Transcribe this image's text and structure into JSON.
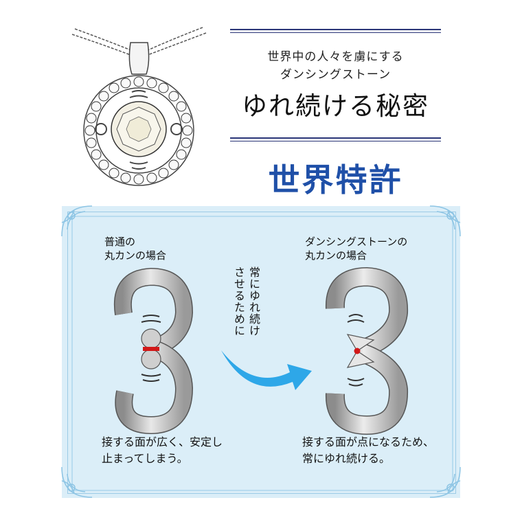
{
  "header": {
    "line1": "世界中の人々を虜にする",
    "line2": "ダンシングストーン",
    "title": "ゆれ続ける秘密",
    "patent": "世界特許"
  },
  "left": {
    "heading_line1": "普通の",
    "heading_line2": "丸カンの場合",
    "caption_line1": "接する面が広く、安定し",
    "caption_line2": "止まってしまう。"
  },
  "middle": {
    "vertical_line1": "常にゆれ続け",
    "vertical_line2": "させるために"
  },
  "right": {
    "heading_line1": "ダンシングストーンの",
    "heading_line2": "丸カンの場合",
    "caption_line1": "接する面が点になるため、",
    "caption_line2": "常にゆれ続ける。"
  },
  "colors": {
    "title_blue": "#1f50a8",
    "rule_navy": "#2a3577",
    "panel_bg": "#dbeef8",
    "arrow_blue": "#2ea7e8",
    "contact_red": "#d21818"
  },
  "icons": [
    "pendant-illustration",
    "ring-clasp-normal",
    "ring-clasp-dancing",
    "curved-arrow-icon",
    "ornament-corner-icon"
  ]
}
